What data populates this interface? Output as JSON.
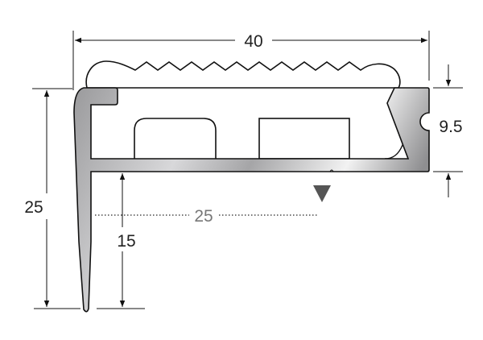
{
  "dimensions": {
    "width_top": "40",
    "height_right": "9.5",
    "height_left": "25",
    "leg_height": "15",
    "tread_depth": "25"
  },
  "colors": {
    "metal_light": "#f4f4f4",
    "metal_dark": "#8c8c8e",
    "line": "#111111",
    "dotted": "#777777"
  }
}
